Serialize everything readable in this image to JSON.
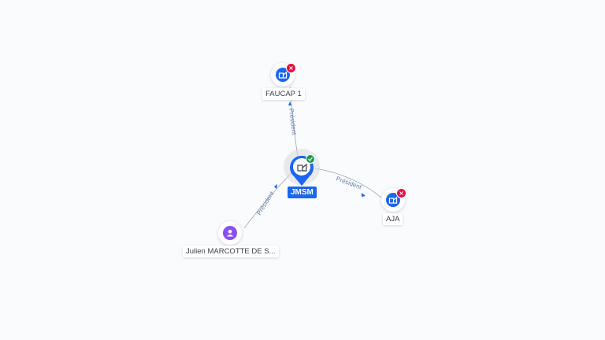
{
  "nodes": {
    "center": {
      "label": "JMSM",
      "icon": "company-icon",
      "status": "active",
      "status_icon": "check-icon"
    },
    "top": {
      "label": "FAUCAP 1",
      "icon": "company-icon",
      "status": "closed",
      "status_icon": "close-icon"
    },
    "right": {
      "label": "AJA",
      "icon": "company-icon",
      "status": "closed",
      "status_icon": "close-icon"
    },
    "person": {
      "label": "Julien MARCOTTE DE S...",
      "icon": "person-icon"
    }
  },
  "edges": {
    "to_top": "Président",
    "to_right": "Président",
    "from_person": "Président"
  },
  "colors": {
    "primary": "#1967f2",
    "closed": "#e0113f",
    "active": "#1d9a4a",
    "person": "#8a4ff0",
    "edge": "#9aa3b2",
    "edge_label": "#6b7fb0"
  }
}
